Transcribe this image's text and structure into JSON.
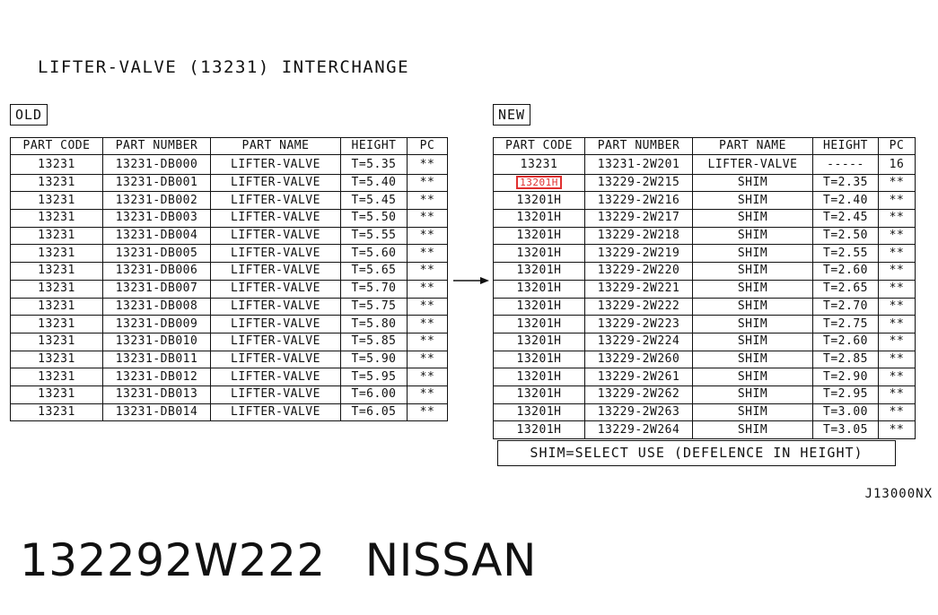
{
  "title": "LIFTER-VALVE (13231) INTERCHANGE",
  "old": {
    "label": "OLD",
    "headers": [
      "PART CODE",
      "PART NUMBER",
      "PART NAME",
      "HEIGHT",
      "PC"
    ],
    "rows": [
      [
        "13231",
        "13231-DB000",
        "LIFTER-VALVE",
        "T=5.35",
        "**"
      ],
      [
        "13231",
        "13231-DB001",
        "LIFTER-VALVE",
        "T=5.40",
        "**"
      ],
      [
        "13231",
        "13231-DB002",
        "LIFTER-VALVE",
        "T=5.45",
        "**"
      ],
      [
        "13231",
        "13231-DB003",
        "LIFTER-VALVE",
        "T=5.50",
        "**"
      ],
      [
        "13231",
        "13231-DB004",
        "LIFTER-VALVE",
        "T=5.55",
        "**"
      ],
      [
        "13231",
        "13231-DB005",
        "LIFTER-VALVE",
        "T=5.60",
        "**"
      ],
      [
        "13231",
        "13231-DB006",
        "LIFTER-VALVE",
        "T=5.65",
        "**"
      ],
      [
        "13231",
        "13231-DB007",
        "LIFTER-VALVE",
        "T=5.70",
        "**"
      ],
      [
        "13231",
        "13231-DB008",
        "LIFTER-VALVE",
        "T=5.75",
        "**"
      ],
      [
        "13231",
        "13231-DB009",
        "LIFTER-VALVE",
        "T=5.80",
        "**"
      ],
      [
        "13231",
        "13231-DB010",
        "LIFTER-VALVE",
        "T=5.85",
        "**"
      ],
      [
        "13231",
        "13231-DB011",
        "LIFTER-VALVE",
        "T=5.90",
        "**"
      ],
      [
        "13231",
        "13231-DB012",
        "LIFTER-VALVE",
        "T=5.95",
        "**"
      ],
      [
        "13231",
        "13231-DB013",
        "LIFTER-VALVE",
        "T=6.00",
        "**"
      ],
      [
        "13231",
        "13231-DB014",
        "LIFTER-VALVE",
        "T=6.05",
        "**"
      ]
    ]
  },
  "new": {
    "label": "NEW",
    "headers": [
      "PART CODE",
      "PART NUMBER",
      "PART NAME",
      "HEIGHT",
      "PC"
    ],
    "highlight_row": 1,
    "rows": [
      [
        "13231",
        "13231-2W201",
        "LIFTER-VALVE",
        "-----",
        "16"
      ],
      [
        "13201H",
        "13229-2W215",
        "SHIM",
        "T=2.35",
        "**"
      ],
      [
        "13201H",
        "13229-2W216",
        "SHIM",
        "T=2.40",
        "**"
      ],
      [
        "13201H",
        "13229-2W217",
        "SHIM",
        "T=2.45",
        "**"
      ],
      [
        "13201H",
        "13229-2W218",
        "SHIM",
        "T=2.50",
        "**"
      ],
      [
        "13201H",
        "13229-2W219",
        "SHIM",
        "T=2.55",
        "**"
      ],
      [
        "13201H",
        "13229-2W220",
        "SHIM",
        "T=2.60",
        "**"
      ],
      [
        "13201H",
        "13229-2W221",
        "SHIM",
        "T=2.65",
        "**"
      ],
      [
        "13201H",
        "13229-2W222",
        "SHIM",
        "T=2.70",
        "**"
      ],
      [
        "13201H",
        "13229-2W223",
        "SHIM",
        "T=2.75",
        "**"
      ],
      [
        "13201H",
        "13229-2W224",
        "SHIM",
        "T=2.60",
        "**"
      ],
      [
        "13201H",
        "13229-2W260",
        "SHIM",
        "T=2.85",
        "**"
      ],
      [
        "13201H",
        "13229-2W261",
        "SHIM",
        "T=2.90",
        "**"
      ],
      [
        "13201H",
        "13229-2W262",
        "SHIM",
        "T=2.95",
        "**"
      ],
      [
        "13201H",
        "13229-2W263",
        "SHIM",
        "T=3.00",
        "**"
      ],
      [
        "13201H",
        "13229-2W264",
        "SHIM",
        "T=3.05",
        "**"
      ]
    ]
  },
  "note": "SHIM=SELECT USE (DEFELENCE IN HEIGHT)",
  "drawing_code": "J13000NX",
  "footer": {
    "part_number": "132292W222",
    "brand": "NISSAN"
  },
  "colors": {
    "ink": "#111111",
    "highlight": "#e03030"
  }
}
